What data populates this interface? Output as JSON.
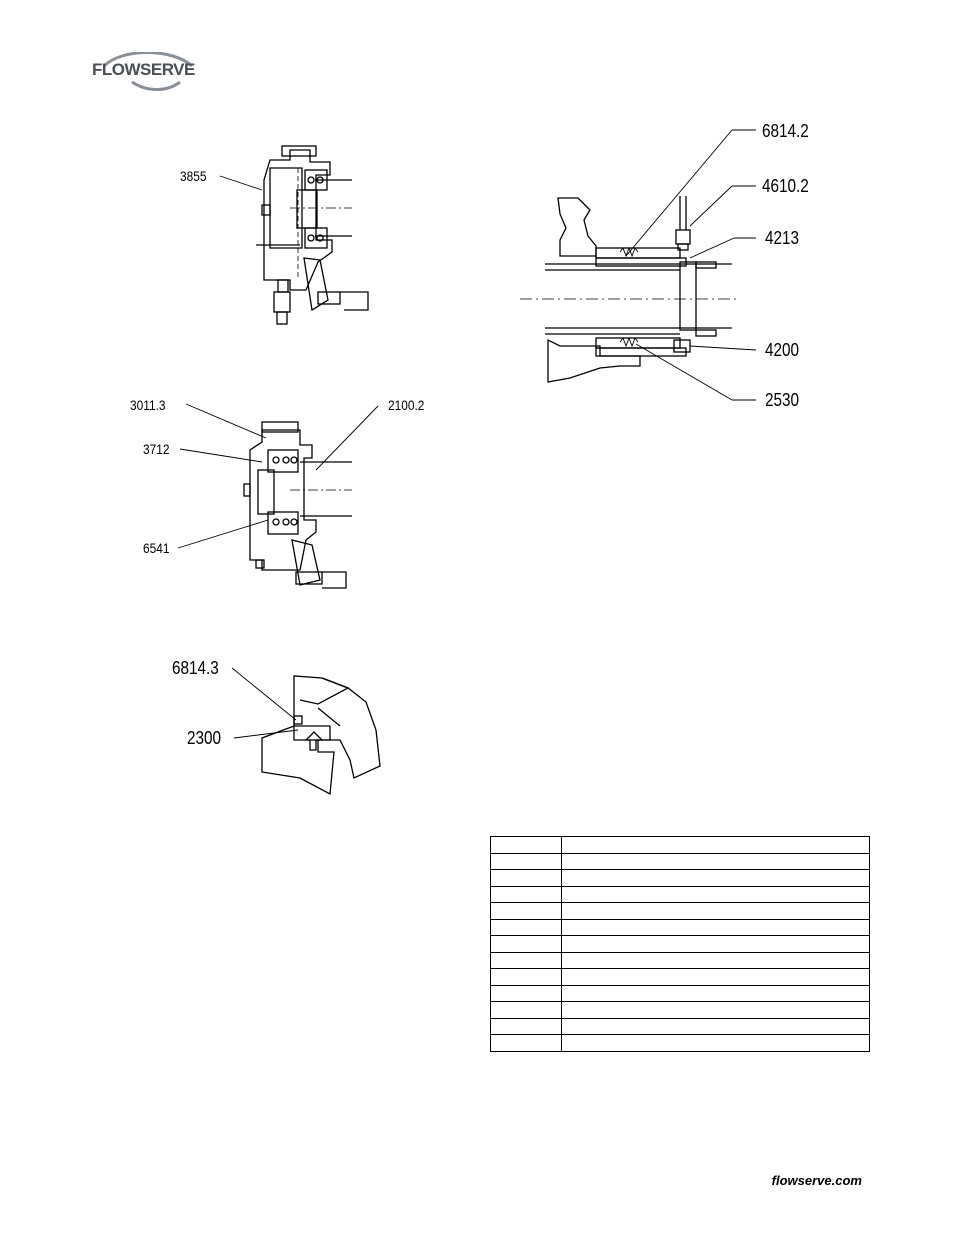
{
  "header": {
    "brand": "FLOWSERVE"
  },
  "figures": {
    "bearing_assembly_top": {
      "callouts": [
        "3855"
      ]
    },
    "bearing_assembly_bottom": {
      "callouts": [
        "3011.3",
        "2100.2",
        "3712",
        "6541"
      ]
    },
    "slinger_detail": {
      "callouts": [
        "6814.3",
        "2300"
      ]
    },
    "seal_section": {
      "callouts": [
        "6814.2",
        "4610.2",
        "4213",
        "4200",
        "2530"
      ]
    }
  },
  "parts_table": {
    "rows": [
      [
        "",
        ""
      ],
      [
        "",
        ""
      ],
      [
        "",
        ""
      ],
      [
        "",
        ""
      ],
      [
        "",
        ""
      ],
      [
        "",
        ""
      ],
      [
        "",
        ""
      ],
      [
        "",
        ""
      ],
      [
        "",
        ""
      ],
      [
        "",
        ""
      ],
      [
        "",
        ""
      ],
      [
        "",
        ""
      ],
      [
        "",
        ""
      ]
    ]
  },
  "footer": {
    "website": "flowserve.com"
  }
}
